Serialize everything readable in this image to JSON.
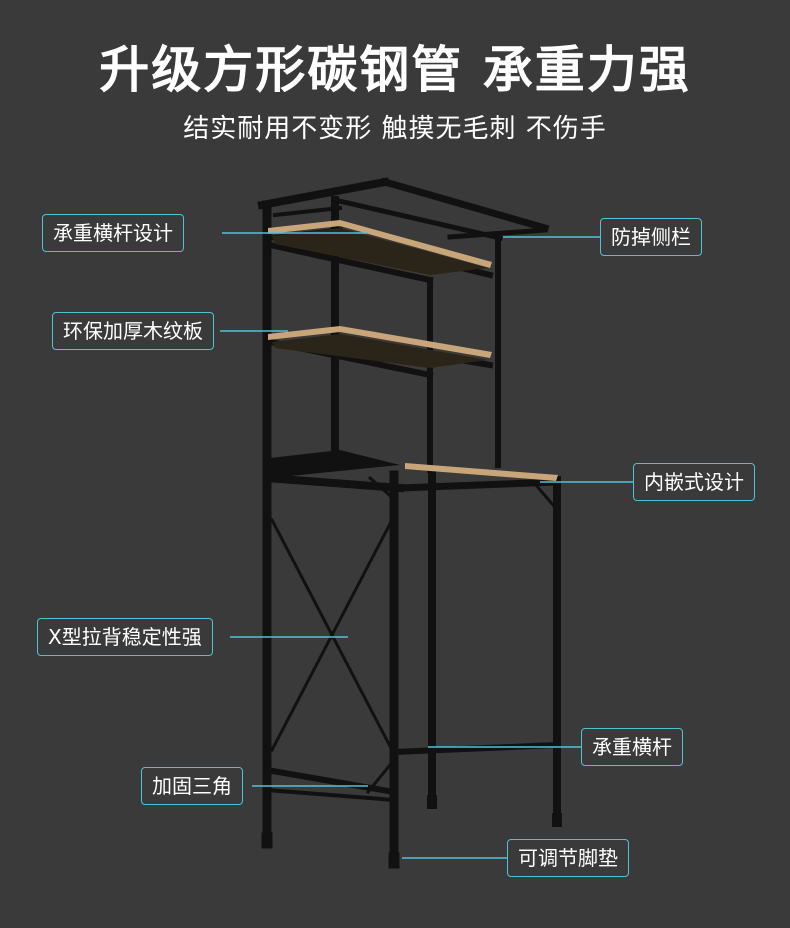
{
  "header": {
    "title": "升级方形碳钢管  承重力强",
    "subtitle": "结实耐用不变形  触摸无毛刺 不伤手"
  },
  "callouts": {
    "crossbar_design": "承重横杆设计",
    "side_rail": "防掉侧栏",
    "wood_board": "环保加厚木纹板",
    "embedded_design": "内嵌式设计",
    "x_brace": "X型拉背稳定性强",
    "load_crossbar": "承重横杆",
    "triangle": "加固三角",
    "foot_pad": "可调节脚垫"
  },
  "colors": {
    "background": "#3a3a3a",
    "frame": "#111111",
    "wood": "#c9a57a",
    "accent_line": "#4fc3d6"
  }
}
